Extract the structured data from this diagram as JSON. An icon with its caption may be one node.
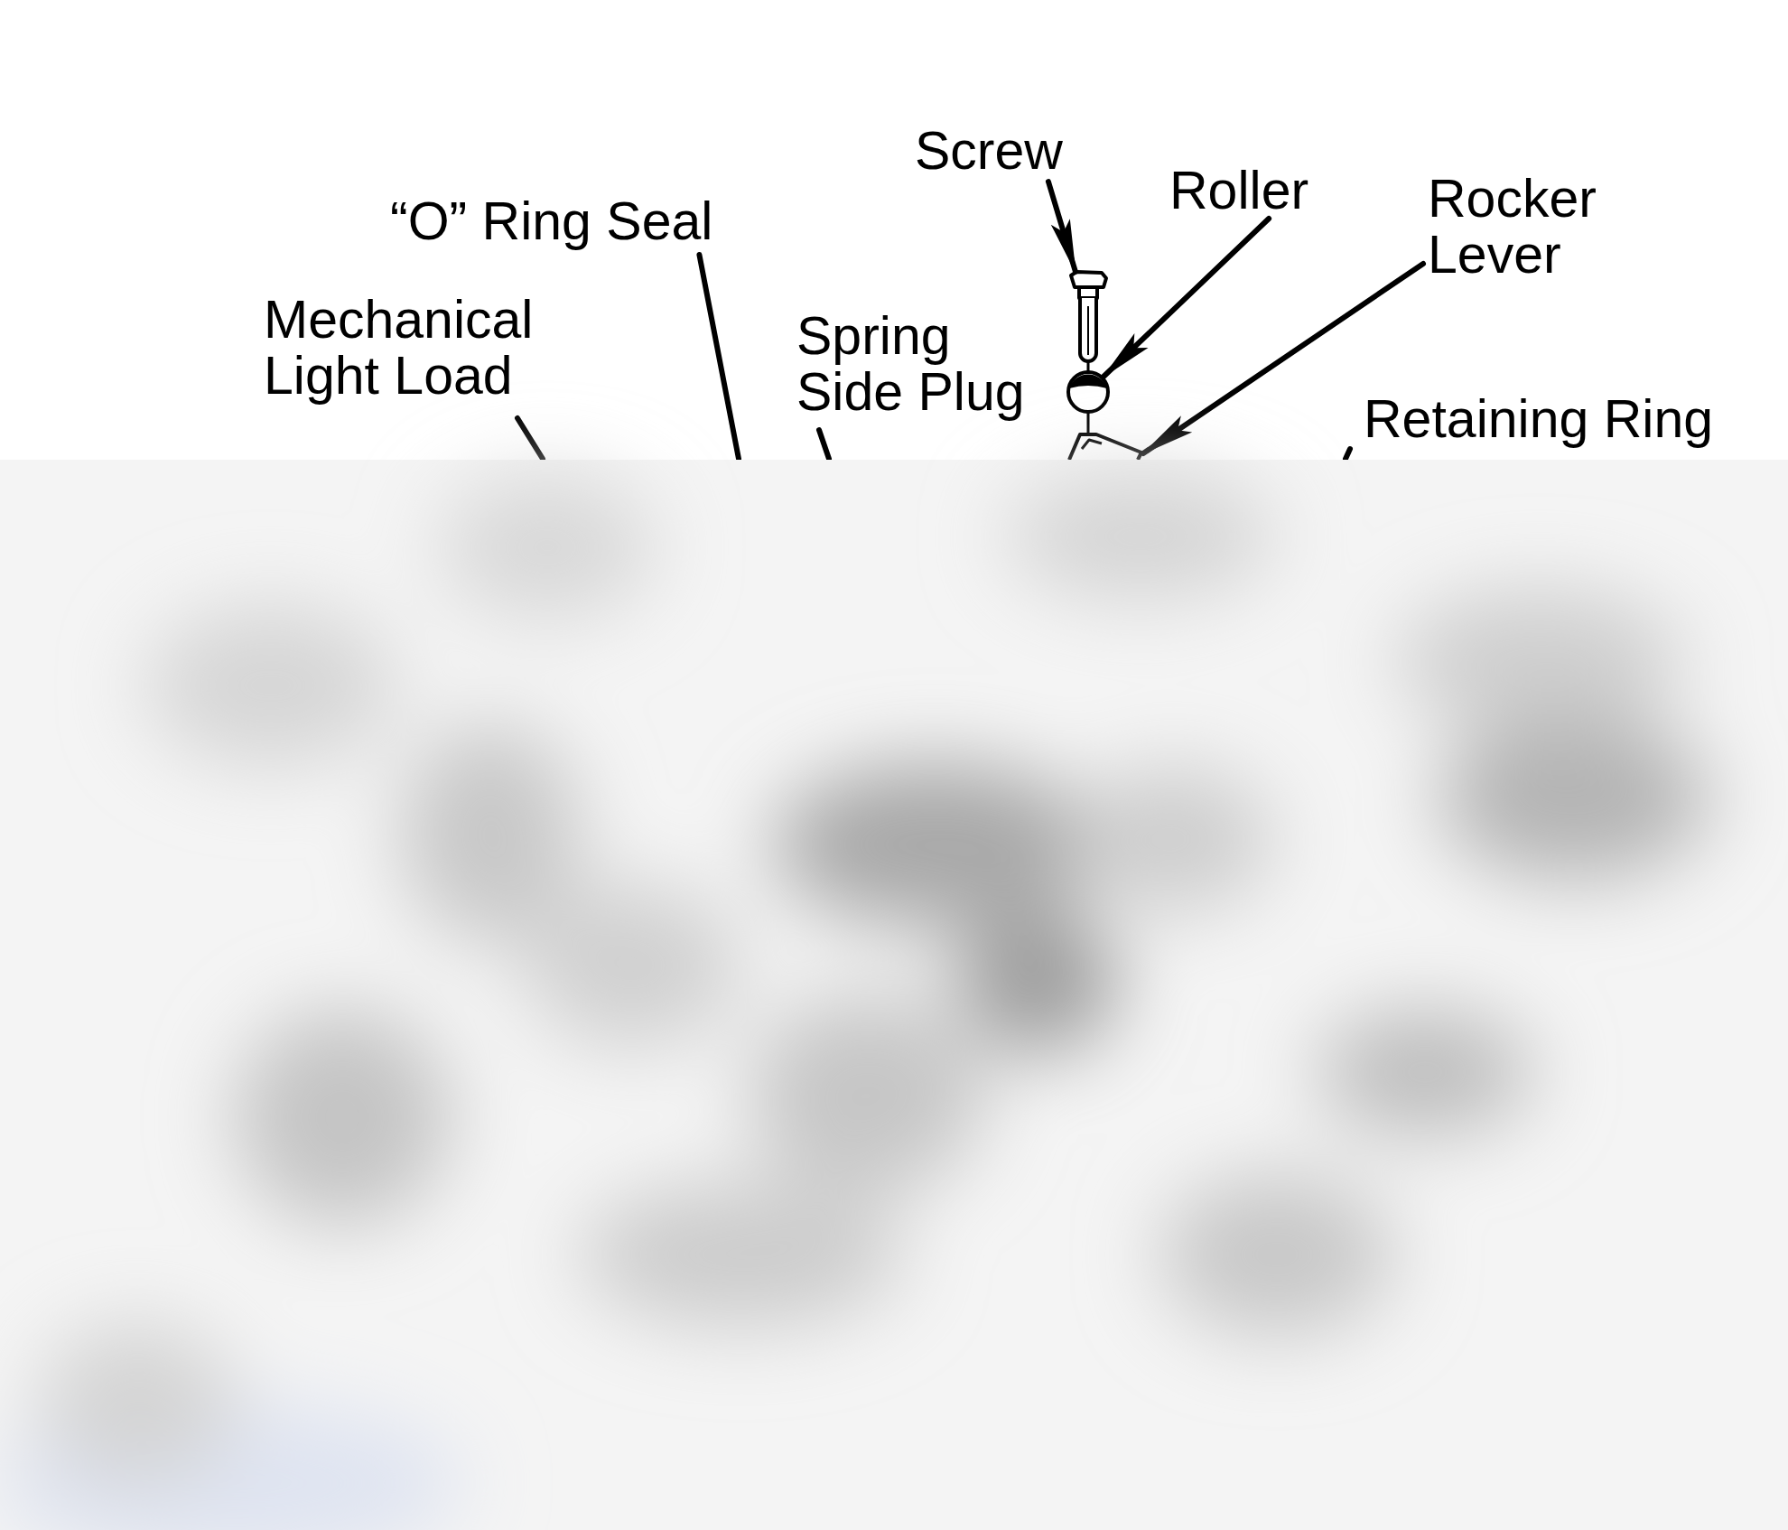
{
  "diagram": {
    "nodes": [
      {
        "text": [
          "Mechanical Light Load"
        ]
      },
      {
        "text": [
          "“O” Ring Seal"
        ]
      },
      {
        "text": [
          "Spring Side Plug"
        ]
      },
      {
        "text": [
          "Screw"
        ]
      },
      {
        "text": [
          "Roller"
        ]
      },
      {
        "text": [
          "Rocker Lever"
        ]
      },
      {
        "text": [
          "Retaining Ring"
        ]
      },
      {
        "text": [],
        "shape": "picture"
      },
      {
        "text": [],
        "shape": "circle"
      },
      {
        "text": [],
        "shape": "picture"
      }
    ],
    "edges": [
      {
        "from": 0,
        "to": null,
        "arrow": "none"
      },
      {
        "from": 1,
        "to": null,
        "arrow": "none"
      },
      {
        "from": 2,
        "to": null,
        "arrow": "none"
      },
      {
        "from": 3,
        "to": 7,
        "arrow": "to"
      },
      {
        "from": 4,
        "to": 8,
        "arrow": "to"
      },
      {
        "from": 5,
        "to": 9,
        "arrow": "to"
      },
      {
        "from": 6,
        "to": null,
        "arrow": "none"
      }
    ]
  }
}
